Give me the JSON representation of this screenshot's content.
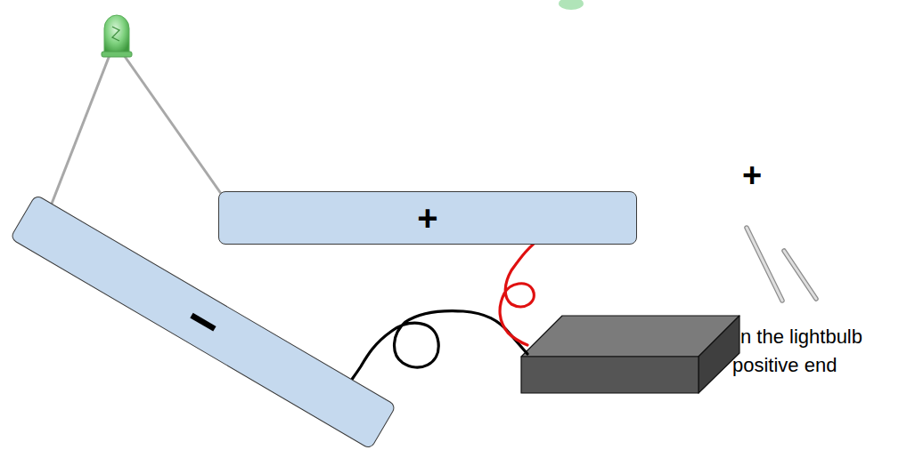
{
  "diagram": {
    "nodes": [
      {
        "text": [
          "+"
        ]
      },
      {
        "text": [
          "−"
        ]
      }
    ],
    "labels": [
      "+",
      "n the lightbulb",
      "positive end"
    ]
  }
}
